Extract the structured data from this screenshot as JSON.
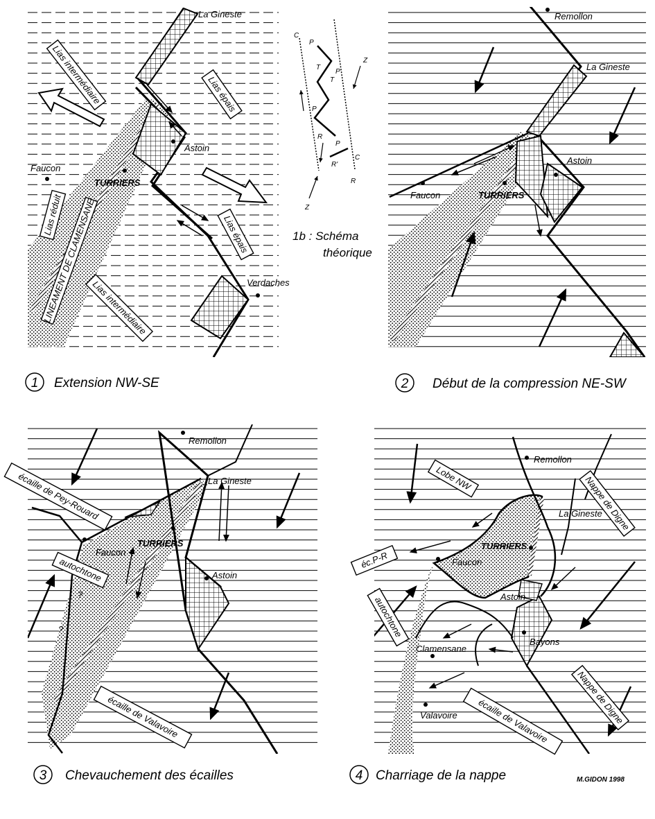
{
  "panel1": {
    "places": {
      "la_gineste": "La Gineste",
      "astoin": "Astoin",
      "faucon": "Faucon",
      "turriers": "TURRIERS",
      "verdaches": "Verdaches"
    },
    "boxes": [
      "Lias intermédiaire",
      "Lias épais",
      "Lias réduit",
      "Lias épais",
      "Lias intermédiaire"
    ],
    "lineament": "LINEAMENT DE CLAMENSANE",
    "caption_number": "1",
    "caption": "Extension NW-SE"
  },
  "panel1b": {
    "letters": [
      "C",
      "P",
      "T",
      "P",
      "T",
      "P",
      "R",
      "P",
      "R'",
      "C",
      "R",
      "Z",
      "Z"
    ],
    "title_line1": "1b : Schéma",
    "title_line2": "théorique"
  },
  "panel2": {
    "places": {
      "remollon": "Remollon",
      "la_gineste": "La Gineste",
      "astoin": "Astoin",
      "faucon": "Faucon",
      "turriers": "TURRIERS"
    },
    "caption_number": "2",
    "caption": "Début de la compression NE-SW"
  },
  "panel3": {
    "places": {
      "remollon": "Remollon",
      "la_gineste": "La Gineste",
      "astoin": "Astoin",
      "faucon": "Faucon",
      "turriers": "TURRIERS"
    },
    "boxes": [
      "écaille de Pey-Rouard",
      "autochtone",
      "écaille de Valavoire"
    ],
    "marks": [
      "?",
      "?"
    ],
    "caption_number": "3",
    "caption": "Chevauchement des écailles"
  },
  "panel4": {
    "places": {
      "remollon": "Remollon",
      "la_gineste": "La Gineste",
      "astoin": "Astoin",
      "faucon": "Faucon",
      "turriers": "TURRIERS",
      "clamensane": "Clamensane",
      "bayons": "Bayons",
      "valavoire": "Valavoire"
    },
    "boxes": [
      "Lobe NW",
      "Nappe de Digne",
      "éc.P-R",
      "autochtone",
      "écaille de Valavoire",
      "Nappe de Digne"
    ],
    "caption_number": "4",
    "caption": "Charriage de la nappe"
  },
  "credit": "M.GIDON 1998"
}
